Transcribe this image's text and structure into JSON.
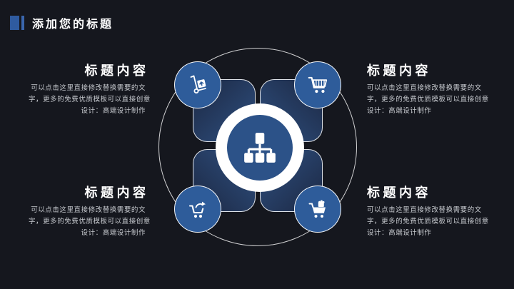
{
  "slide": {
    "title": "添加您的标题",
    "background_color": "#15171e",
    "accent_color": "#2f5ba0",
    "heading_color": "#ffffff",
    "body_color": "#c5c8cd"
  },
  "diagram": {
    "orbit_color": "#ffffff",
    "node_color": "#2e5c9a",
    "panel_dark_color": "#1c2843",
    "panel_light_color": "#2f5080",
    "center": {
      "icon": "org-chart-icon",
      "ring_color": "#ffffff",
      "fill_color": "#2c5288"
    },
    "nodes": [
      {
        "position": "top-left",
        "icon": "hand-truck-icon"
      },
      {
        "position": "top-right",
        "icon": "shopping-cart-icon"
      },
      {
        "position": "bottom-left",
        "icon": "cart-arrow-icon"
      },
      {
        "position": "bottom-right",
        "icon": "cart-item-icon"
      }
    ]
  },
  "blocks": [
    {
      "position": "top-left",
      "heading": "标题内容",
      "body_lines": [
        "可以点击这里直接修改替换需要的文",
        "字，更多的免费优质模板可以直接创意",
        "设计：高端设计制作"
      ]
    },
    {
      "position": "top-right",
      "heading": "标题内容",
      "body_lines": [
        "可以点击这里直接修改替换需要的文",
        "字，更多的免费优质模板可以直接创意",
        "设计：高端设计制作"
      ]
    },
    {
      "position": "bottom-left",
      "heading": "标题内容",
      "body_lines": [
        "可以点击这里直接修改替换需要的文",
        "字，更多的免费优质模板可以直接创意",
        "设计：高端设计制作"
      ]
    },
    {
      "position": "bottom-right",
      "heading": "标题内容",
      "body_lines": [
        "可以点击这里直接修改替换需要的文",
        "字，更多的免费优质模板可以直接创意",
        "设计：高端设计制作"
      ]
    }
  ]
}
